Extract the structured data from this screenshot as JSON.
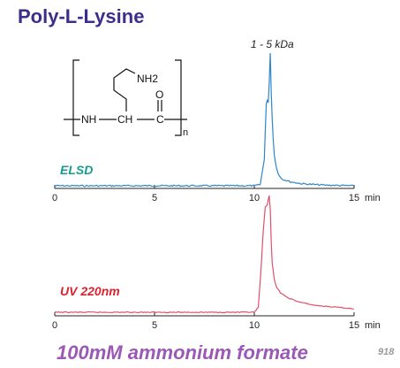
{
  "title": "Poly-L-Lysine",
  "caption": "100mM ammonium formate",
  "figure_code": "918",
  "structure": {
    "side_chain_label": "NH2",
    "backbone_nh": "NH",
    "backbone_ch": "CH",
    "carbonyl_o": "O",
    "carbonyl_c": "C",
    "repeat_subscript": "n"
  },
  "chart_data": [
    {
      "type": "line",
      "detector": "ELSD",
      "color": "#2e86c8",
      "label_color": "#139e8e",
      "annotation": "1 - 5 kDa",
      "xlabel": "min",
      "xlim": [
        0,
        15
      ],
      "ticks": [
        0,
        5,
        10,
        15
      ],
      "tick_labels": [
        "0",
        "5",
        "10",
        "15"
      ],
      "ylim": [
        0,
        1
      ],
      "x": [
        0,
        10.0,
        10.3,
        10.5,
        10.6,
        10.65,
        10.7,
        10.75,
        10.8,
        10.85,
        10.9,
        10.95,
        11.0,
        11.1,
        11.2,
        11.4,
        11.8,
        12.4,
        13.5,
        15
      ],
      "y": [
        0.0,
        0.0,
        0.01,
        0.2,
        0.62,
        0.64,
        0.63,
        0.78,
        1.0,
        0.7,
        0.5,
        0.34,
        0.24,
        0.14,
        0.09,
        0.05,
        0.03,
        0.015,
        0.005,
        0.0
      ]
    },
    {
      "type": "line",
      "detector": "UV 220nm",
      "color": "#e0506a",
      "label_color": "#d9232e",
      "xlabel": "min",
      "xlim": [
        0,
        15
      ],
      "ticks": [
        0,
        5,
        10,
        15
      ],
      "tick_labels": [
        "0",
        "5",
        "10",
        "15"
      ],
      "ylim": [
        0,
        1
      ],
      "x": [
        0,
        10.0,
        10.2,
        10.35,
        10.45,
        10.55,
        10.6,
        10.65,
        10.7,
        10.75,
        10.8,
        10.85,
        10.9,
        11.0,
        11.1,
        11.3,
        11.6,
        12.2,
        13.0,
        15
      ],
      "y": [
        0.0,
        0.0,
        0.04,
        0.4,
        0.7,
        0.9,
        0.91,
        0.92,
        0.97,
        1.0,
        0.88,
        0.6,
        0.42,
        0.28,
        0.22,
        0.17,
        0.13,
        0.09,
        0.06,
        0.03
      ]
    }
  ]
}
